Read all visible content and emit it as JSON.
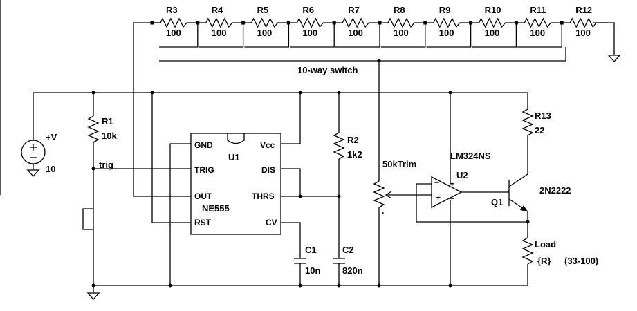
{
  "resistor_chain": [
    {
      "ref": "R3",
      "value": "100"
    },
    {
      "ref": "R4",
      "value": "100"
    },
    {
      "ref": "R5",
      "value": "100"
    },
    {
      "ref": "R6",
      "value": "100"
    },
    {
      "ref": "R7",
      "value": "100"
    },
    {
      "ref": "R8",
      "value": "100"
    },
    {
      "ref": "R9",
      "value": "100"
    },
    {
      "ref": "R10",
      "value": "100"
    },
    {
      "ref": "R11",
      "value": "100"
    },
    {
      "ref": "R12",
      "value": "100"
    }
  ],
  "switch_label": "10-way switch",
  "supply": {
    "ref": "+V",
    "value": "10"
  },
  "r1": {
    "ref": "R1",
    "value": "10k"
  },
  "r2": {
    "ref": "R2",
    "value": "1k2"
  },
  "r13": {
    "ref": "R13",
    "value": "22"
  },
  "load": {
    "ref": "Load",
    "value": "{R}",
    "range": "(33-100)"
  },
  "trig_net": "trig",
  "ic555": {
    "ref": "U1",
    "part": "NE555",
    "pins_left": [
      "GND",
      "TRIG",
      "OUT",
      "RST"
    ],
    "pins_right": [
      "Vcc",
      "DIS",
      "THRS",
      "CV"
    ]
  },
  "c1": {
    "ref": "C1",
    "value": "10n"
  },
  "c2": {
    "ref": "C2",
    "value": "820n"
  },
  "trim": {
    "value": "50kTrim"
  },
  "opamp": {
    "ref": "U2",
    "part": "LM324NS"
  },
  "transistor": {
    "ref": "Q1",
    "part": "2N2222"
  }
}
